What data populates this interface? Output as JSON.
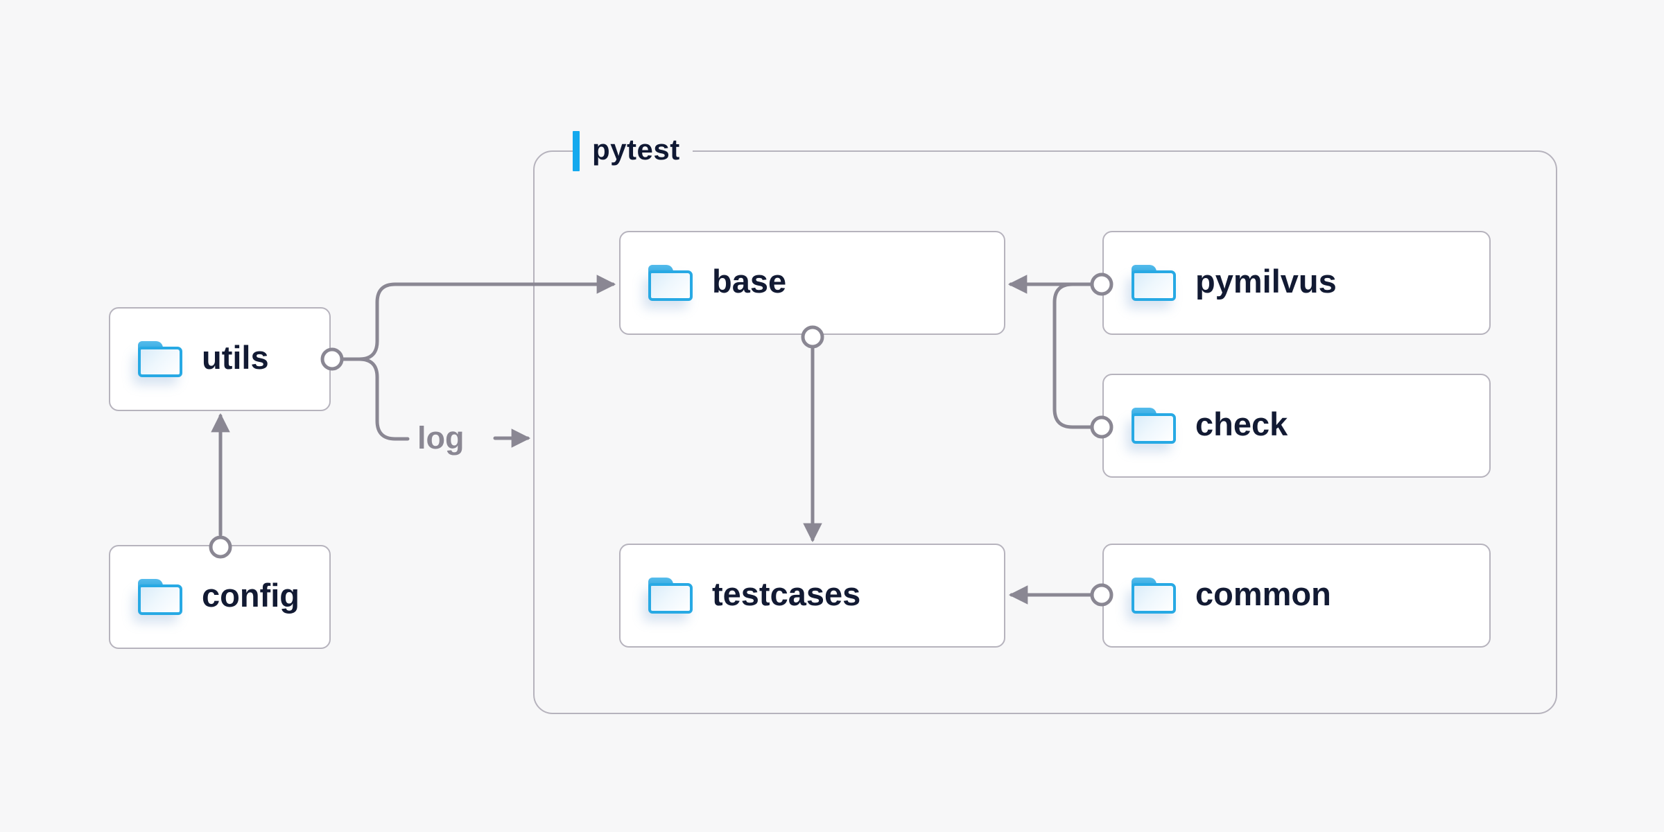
{
  "container": {
    "label": "pytest"
  },
  "nodes": {
    "utils": {
      "label": "utils"
    },
    "config": {
      "label": "config"
    },
    "base": {
      "label": "base"
    },
    "pymilvus": {
      "label": "pymilvus"
    },
    "check": {
      "label": "check"
    },
    "testcases": {
      "label": "testcases"
    },
    "common": {
      "label": "common"
    }
  },
  "annotations": {
    "log": "log"
  },
  "edges": [
    {
      "from": "config",
      "to": "utils",
      "style": "arrow"
    },
    {
      "from": "utils",
      "to": "base",
      "style": "arrow"
    },
    {
      "from": "utils",
      "to": "log",
      "style": "plain"
    },
    {
      "from": "log",
      "to": "pytest-container",
      "style": "arrow"
    },
    {
      "from": "base",
      "to": "testcases",
      "style": "arrow"
    },
    {
      "from": "pymilvus",
      "to": "base",
      "style": "arrow"
    },
    {
      "from": "check",
      "to": "base",
      "style": "arrow-join"
    },
    {
      "from": "common",
      "to": "testcases",
      "style": "arrow"
    }
  ],
  "colors": {
    "background": "#f7f7f8",
    "box_border": "#b6b3bd",
    "connector": "#8a8793",
    "accent_blue": "#14a9ee",
    "folder_blue": "#27a9e4",
    "label_text": "#121a33",
    "log_text": "#8a8793"
  }
}
